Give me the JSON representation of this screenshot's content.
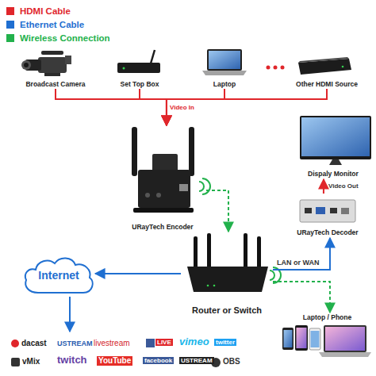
{
  "diagram": {
    "nodes": [
      {
        "text": [
          "Broadcast Camera"
        ]
      },
      {
        "text": [
          "Set Top Box"
        ]
      },
      {
        "text": [
          "Laptop"
        ]
      },
      {
        "text": [
          "Other HDMI Source"
        ]
      },
      {
        "text": [
          "URayTech Encoder"
        ]
      },
      {
        "text": [
          "Dispaly Monitor"
        ]
      },
      {
        "text": [
          "URayTech Decoder"
        ]
      },
      {
        "text": [
          "Router or Switch"
        ]
      },
      {
        "text": [
          "Internet"
        ]
      },
      {
        "text": [
          "Laptop / Phone"
        ]
      }
    ],
    "edges": [
      {
        "from": 0,
        "to": 4,
        "arrow": "to"
      },
      {
        "from": 1,
        "to": 4,
        "arrow": "to"
      },
      {
        "from": 2,
        "to": 4,
        "arrow": "to",
        "label": "Video In"
      },
      {
        "from": 3,
        "to": 4,
        "arrow": "to"
      },
      {
        "from": 4,
        "to": 7,
        "arrow": "to"
      },
      {
        "from": 7,
        "to": 8,
        "arrow": "to"
      },
      {
        "from": 7,
        "to": 6,
        "arrow": "to",
        "label": "LAN or WAN"
      },
      {
        "from": 7,
        "to": 9,
        "arrow": "to"
      },
      {
        "from": 6,
        "to": 5,
        "arrow": "to",
        "label": "Video Out"
      }
    ],
    "labels": [
      "dacast",
      "USTREAM",
      "livestream",
      "LIVE",
      "vimeo",
      "twitter",
      "vMix",
      "twitch",
      "YouTube",
      "facebook",
      "USTREAM",
      "OBS"
    ],
    "legend": [
      {
        "text": "HDMI Cable",
        "color": "#e0262b"
      },
      {
        "text": "Ethernet Cable",
        "color": "#1f6fd1"
      },
      {
        "text": "Wireless Connection",
        "color": "#22b14c"
      }
    ]
  }
}
